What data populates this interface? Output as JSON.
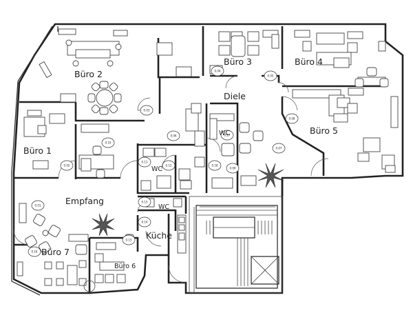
{
  "rooms": {
    "buero2": "Büro 2",
    "buero3": "Büro 3",
    "buero4": "Büro 4",
    "diele": "Diele",
    "buero5": "Büro 5",
    "buero1": "Büro 1",
    "wc_left": "WC",
    "wc_center": "WC",
    "wc_bottom": "WC",
    "empfang": "Empfang",
    "kueche": "Küche",
    "buero7": "Büro 7",
    "buero6": "Büro 6"
  },
  "tags": {
    "t1": "0.01",
    "t2": "0.02",
    "t3": "0.03",
    "t4": "0.04",
    "t5": "0.05",
    "t6": "0.06",
    "t7": "0.07",
    "t8": "0.08",
    "t9": "0.09",
    "t10": "0.10",
    "t11": "0.11",
    "t12": "0.12",
    "t13": "0.13",
    "t14": "0.14",
    "t15": "0.15",
    "t16": "0.16",
    "t17": "0.17",
    "t18": "0.18"
  }
}
